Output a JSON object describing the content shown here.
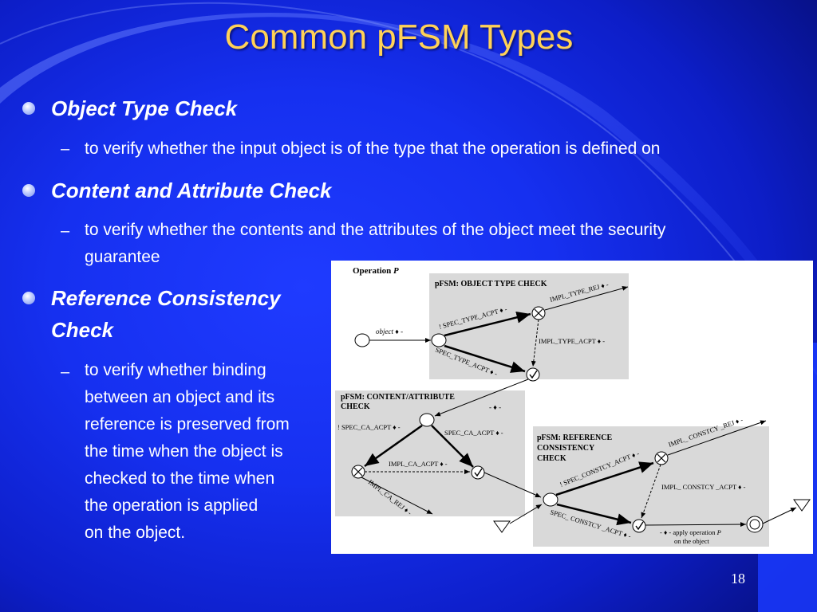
{
  "slide": {
    "title": "Common pFSM Types",
    "page_number": "18"
  },
  "bullets": [
    {
      "heading": "Object Type Check",
      "detail": [
        "to verify whether the input object is of the type that the operation is defined on"
      ]
    },
    {
      "heading": "Content and Attribute Check",
      "detail": [
        "to verify whether the contents and the attributes of the object meet the security",
        "guarantee"
      ]
    },
    {
      "heading": [
        "Reference Consistency",
        "Check"
      ],
      "detail": [
        "to verify whether binding",
        "between an object and its",
        "reference is preserved from",
        "the time when the object is",
        "checked to the time when",
        "the operation is applied",
        "on the object."
      ]
    }
  ],
  "diagram": {
    "operation_label": "Operation",
    "operation_var": "P",
    "object_label": "object",
    "pfsm1": {
      "title": "pFSM: OBJECT TYPE CHECK",
      "spec_acpt_neg": "! SPEC_TYPE_ACPT",
      "impl_rej": "IMPL_TYPE_REJ",
      "impl_acpt": "IMPL_TYPE_ACPT",
      "spec_acpt": "SPEC_TYPE_ACPT"
    },
    "pfsm2": {
      "title_line1": "pFSM: CONTENT/ATTRIBUTE",
      "title_line2": "CHECK",
      "spec_acpt_neg": "! SPEC_CA_ACPT",
      "spec_acpt": "SPEC_CA_ACPT",
      "impl_acpt": "IMPL_CA_ACPT",
      "impl_rej": "IMPL_CA_REJ"
    },
    "pfsm3": {
      "title_line1": "pFSM: REFERENCE",
      "title_line2": "CONSISTENCY",
      "title_line3": "CHECK",
      "spec_acpt_neg": "! SPEC_CONSTCY_ACPT",
      "impl_rej": "IMPL_ CONSTCY _REJ",
      "impl_acpt": "IMPL_ CONSTCY _ACPT",
      "spec_acpt": "SPEC_ CONSTCY _ACPT"
    },
    "apply_line1": "apply operation",
    "apply_var": "P",
    "apply_line2": "on the object",
    "sym_diamond_dash": "♦ -",
    "sym_dash_diamond_dash": "- ♦ -"
  }
}
